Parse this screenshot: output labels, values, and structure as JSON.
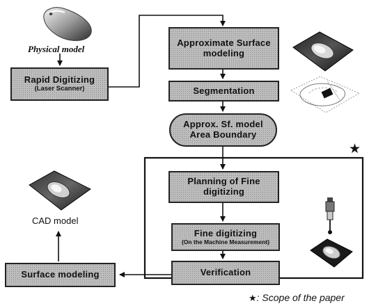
{
  "physical_model": {
    "label": "Physical model"
  },
  "rapid_digitizing": {
    "title": "Rapid Digitizing",
    "subtitle": "(Laser Scanner)"
  },
  "approx_surface": {
    "title": "Approximate Surface modeling"
  },
  "segmentation": {
    "title": "Segmentation"
  },
  "approx_boundary": {
    "line1": "Approx. Sf. model",
    "line2": "Area Boundary"
  },
  "planning": {
    "title": "Planning of Fine digitizing"
  },
  "fine_digitizing": {
    "title": "Fine digitizing",
    "subtitle": "(On the Machine Measurement)"
  },
  "verification": {
    "title": "Verification"
  },
  "surface_modeling": {
    "title": "Surface modeling"
  },
  "cad_model": {
    "label": "CAD model"
  },
  "star_marker": "★",
  "legend": {
    "star": "★",
    "text": ": Scope of the paper"
  }
}
